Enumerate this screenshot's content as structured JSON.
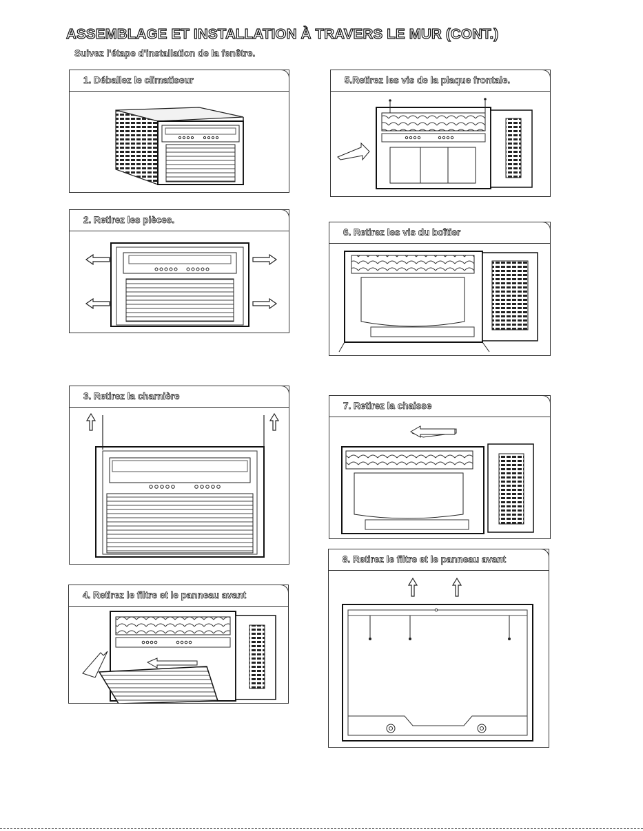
{
  "document": {
    "title": "ASSEMBLAGE ET INSTALLATION À TRAVERS LE MUR (CONT.)",
    "subtitle": "Suivez l'étape d'installation de la fenêtre."
  },
  "steps": [
    {
      "label": "1. Déballez le climatiseur",
      "illustration": "unit-perspective"
    },
    {
      "label": "2. Retirez les pièces.",
      "illustration": "unit-front-side-arrows"
    },
    {
      "label": "3. Retirez la charnière",
      "illustration": "unit-front-hinge-arrows"
    },
    {
      "label": "4. Retirez le filtre et le panneau avant",
      "illustration": "front-panel-open"
    },
    {
      "label": "5.Retirez les vis de la plaque frontale.",
      "illustration": "front-plate-screws"
    },
    {
      "label": "6. Retirez les vis du boîtier",
      "illustration": "case-screws"
    },
    {
      "label": "7. Retirez la chaisse",
      "illustration": "chassis-slide-out"
    },
    {
      "label": "8. Retirez le filtre et le panneau avant",
      "illustration": "empty-sleeve"
    }
  ]
}
